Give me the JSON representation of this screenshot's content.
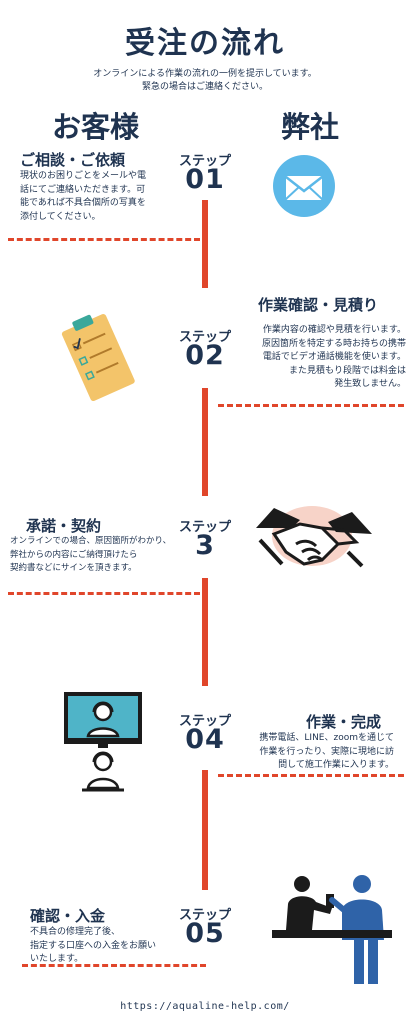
{
  "title": "受注の流れ",
  "intro": {
    "line1": "オンラインによる作業の流れの一例を提示しています。",
    "line2": "緊急の場合はご連絡ください。"
  },
  "columns": {
    "customer": "お客様",
    "company": "弊社"
  },
  "steps": [
    {
      "label": "ステップ",
      "number": "01",
      "heading": "ご相談・ご依頼",
      "lines": [
        "現状のお困りごとをメールや電",
        "話にてご連絡いただきます。可",
        "能であれば不具合個所の写真を",
        "添付してください。"
      ],
      "icon": "envelope-icon"
    },
    {
      "label": "ステップ",
      "number": "02",
      "heading": "作業確認・見積り",
      "lines": [
        "作業内容の確認や見積を行います。",
        "原因箇所を特定する時お持ちの携帯",
        "電話でビデオ通話機能を使います。",
        "また見積もり段階では料金は",
        "発生致しません。"
      ],
      "icon": "clipboard-checklist-icon"
    },
    {
      "label": "ステップ",
      "number": "3",
      "heading": "承諾・契約",
      "lines": [
        "オンラインでの場合、原因箇所がわかり、",
        "弊社からの内容にご納得頂けたら",
        "契約書などにサインを頂きます。"
      ],
      "icon": "handshake-icon"
    },
    {
      "label": "ステップ",
      "number": "04",
      "heading": "作業・完成",
      "lines": [
        "携帯電話、LINE、zoomを通じて",
        "作業を行ったり、実際に現地に訪",
        "問して施工作業に入ります。"
      ],
      "icon": "video-call-icon"
    },
    {
      "label": "ステップ",
      "number": "05",
      "heading": "確認・入金",
      "lines": [
        "不具合の修理完了後、",
        "指定する口座への入金をお願い",
        "いたします。"
      ],
      "icon": "payment-counter-icon"
    }
  ],
  "footer_url": "https://aqualine-help.com/",
  "colors": {
    "accent": "#e0462b",
    "navy": "#1f3350",
    "sky": "#5bb8e8",
    "note": "#f3c46a"
  }
}
